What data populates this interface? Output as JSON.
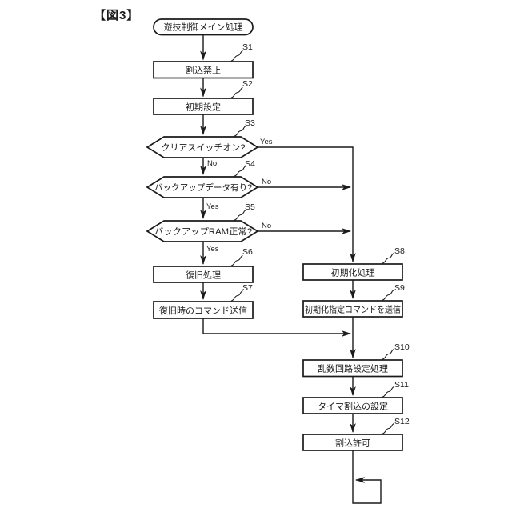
{
  "figure": {
    "label": "【図3】",
    "type": "flowchart",
    "colors": {
      "line": "#1a1a1a",
      "background": "#ffffff"
    }
  },
  "flowchart": {
    "start": {
      "label": "遊技制御メイン処理"
    },
    "steps": {
      "s1": {
        "id": "S1",
        "label": "割込禁止",
        "shape": "process"
      },
      "s2": {
        "id": "S2",
        "label": "初期設定",
        "shape": "process"
      },
      "s3": {
        "id": "S3",
        "label": "クリアスイッチオン?",
        "shape": "decision"
      },
      "s4": {
        "id": "S4",
        "label": "バックアップデータ有り?",
        "shape": "decision"
      },
      "s5": {
        "id": "S5",
        "label": "バックアップRAM正常?",
        "shape": "decision"
      },
      "s6": {
        "id": "S6",
        "label": "復旧処理",
        "shape": "process"
      },
      "s7": {
        "id": "S7",
        "label": "復旧時のコマンド送信",
        "shape": "process"
      },
      "s8": {
        "id": "S8",
        "label": "初期化処理",
        "shape": "process"
      },
      "s9": {
        "id": "S9",
        "label": "初期化指定コマンドを送信",
        "shape": "process"
      },
      "s10": {
        "id": "S10",
        "label": "乱数回路設定処理",
        "shape": "process"
      },
      "s11": {
        "id": "S11",
        "label": "タイマ割込の設定",
        "shape": "process"
      },
      "s12": {
        "id": "S12",
        "label": "割込許可",
        "shape": "process"
      }
    },
    "branch": {
      "yes": "Yes",
      "no": "No"
    }
  }
}
